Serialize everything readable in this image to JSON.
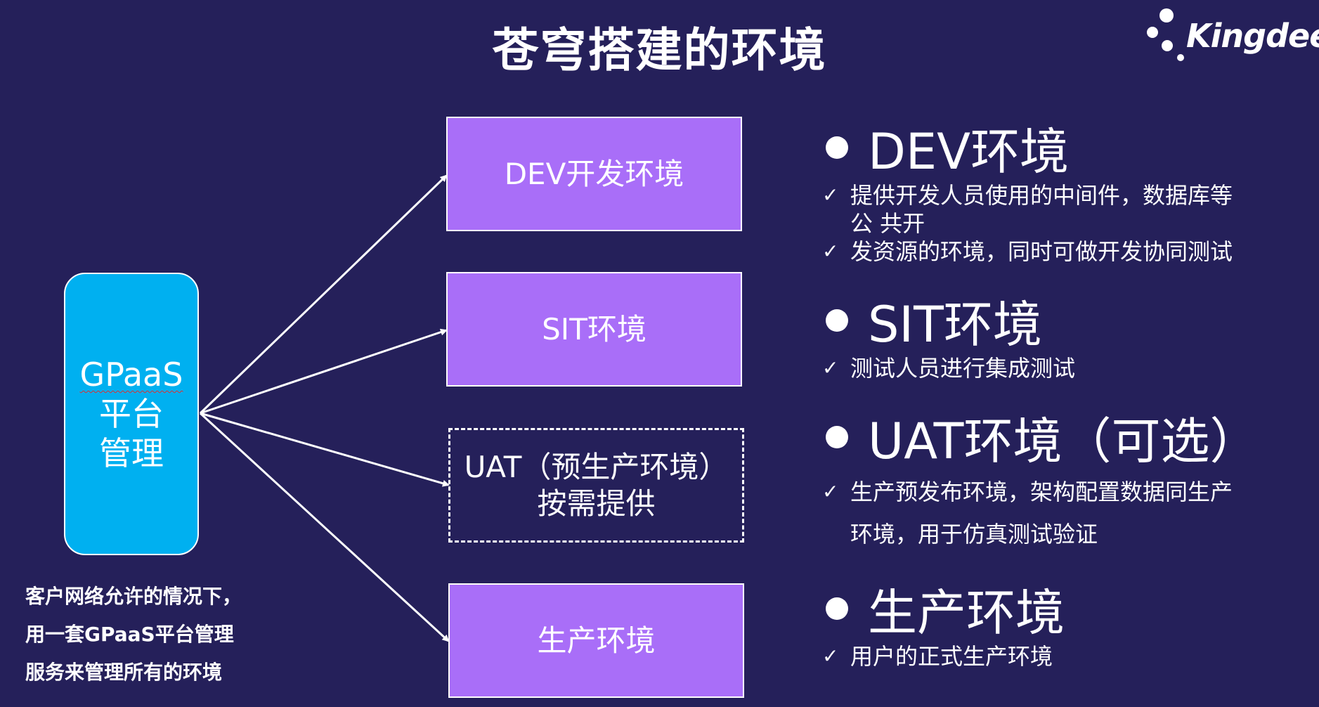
{
  "slide": {
    "title": "苍穹搭建的环境",
    "logo_text": "Kingdee",
    "colors": {
      "background": "#25205a",
      "gpaas_box": "#00b0f0",
      "env_box": "#a96ef8",
      "text": "#ffffff"
    }
  },
  "gpaas": {
    "line1": "GPaaS",
    "line2": "平台",
    "line3": "管理"
  },
  "boxes": {
    "dev": "DEV开发环境",
    "sit": "SIT环境",
    "uat_line1": "UAT（预生产环境）",
    "uat_line2": "按需提供",
    "prod": "生产环境"
  },
  "note": {
    "line1": "客户网络允许的情况下，",
    "line2": "用一套GPaaS平台管理",
    "line3": "服务来管理所有的环境"
  },
  "sections": {
    "dev": {
      "heading": "DEV环境",
      "item1": "提供开发人员使用的中间件，数据库等",
      "item1_cont": "公 共开",
      "item2": "发资源的环境，同时可做开发协同测试"
    },
    "sit": {
      "heading": "SIT环境",
      "item1": " 测试人员进行集成测试"
    },
    "uat": {
      "heading": "UAT环境（可选）",
      "item1": "生产预发布环境，架构配置数据同生产",
      "item1_cont": "环境，用于仿真测试验证"
    },
    "prod": {
      "heading": "生产环境",
      "item1": "用户的正式生产环境"
    }
  },
  "icons": {
    "check": "✓",
    "bullet": "filled-circle-icon",
    "arrow": "arrow-icon",
    "logo": "kingdee-logo-icon"
  }
}
